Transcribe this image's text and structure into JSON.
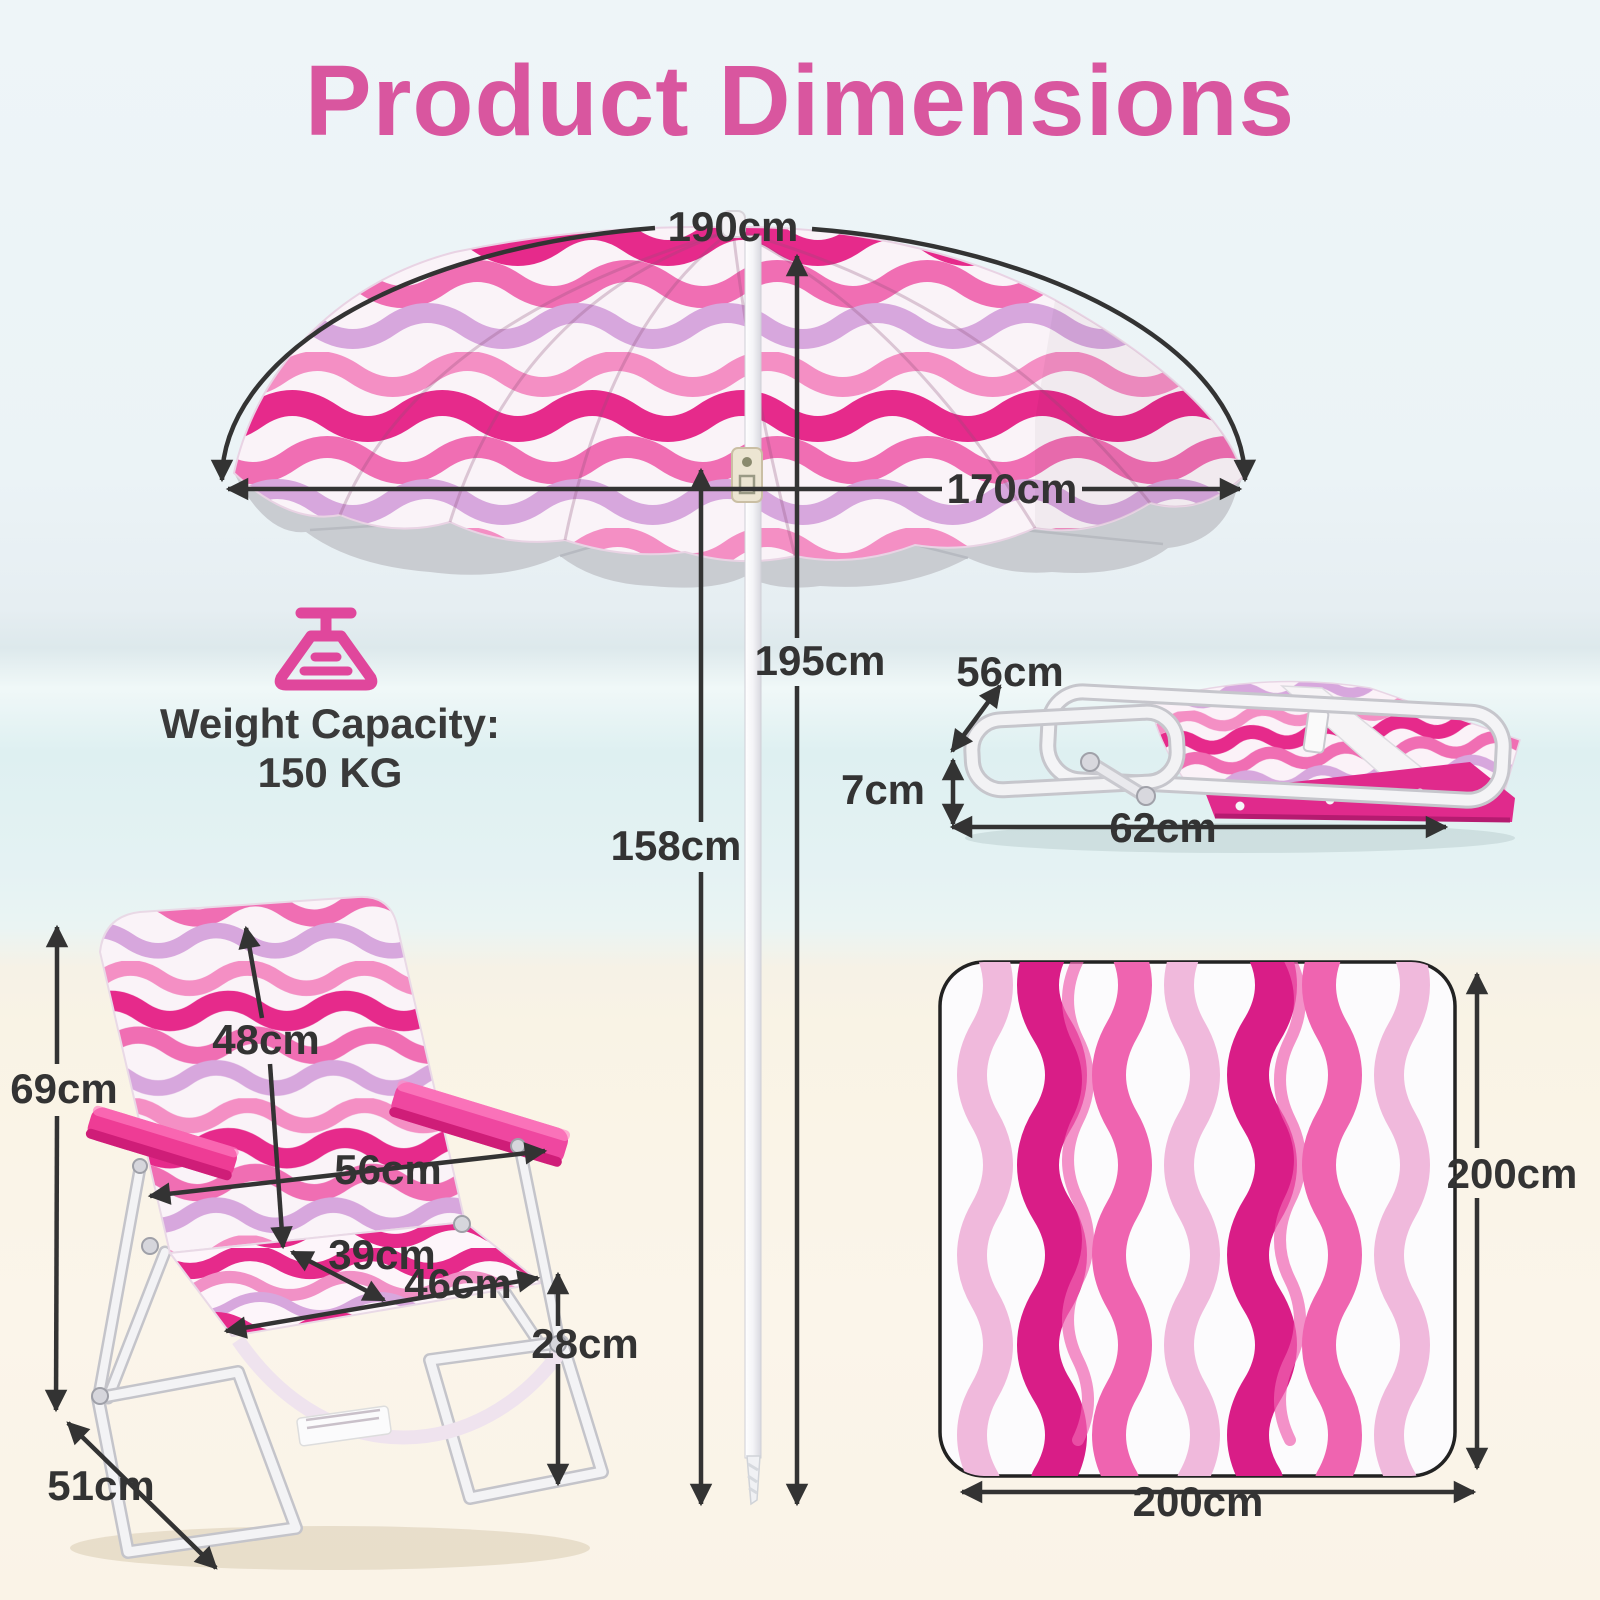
{
  "title": "Product Dimensions",
  "weight_capacity": {
    "icon": "weight-scale-icon",
    "label": "Weight Capacity:",
    "value": "150 KG"
  },
  "umbrella": {
    "canopy_arc_width": "190cm",
    "canopy_diameter": "170cm",
    "total_height": "195cm",
    "clearance_height": "158cm"
  },
  "folded_chair": {
    "width": "56cm",
    "folded_thickness": "7cm",
    "folded_length": "62cm"
  },
  "beach_chair": {
    "back_height": "69cm",
    "backrest_length": "48cm",
    "overall_width": "56cm",
    "seat_depth": "39cm",
    "seat_width": "46cm",
    "seat_height": "28cm",
    "base_depth": "51cm"
  },
  "blanket": {
    "length": "200cm",
    "width": "200cm"
  },
  "colors": {
    "title": "#d9569f",
    "accent": "#e0479c",
    "dimension_text": "#333333",
    "deep_magenta": "#e62a8b",
    "mid_pink": "#f06eb3",
    "lavender": "#d7a7dd",
    "underside_gray": "#c9ccd1",
    "sky": "#eef5f8",
    "sea": "#def0f1",
    "sand": "#faf3e7"
  }
}
